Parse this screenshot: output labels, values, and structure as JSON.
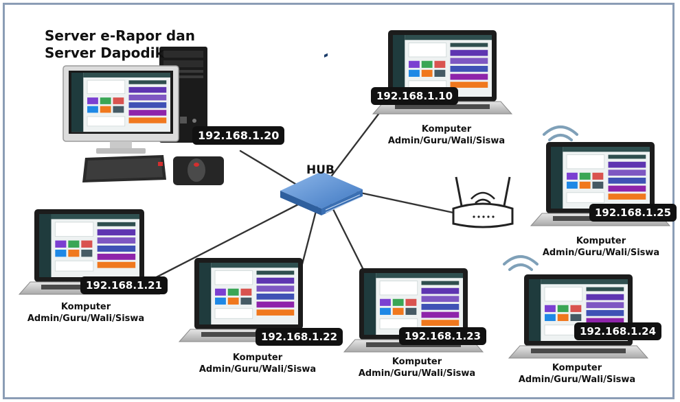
{
  "diagram": {
    "server": {
      "title_line1": "Server e-Rapor dan",
      "title_line2": "Server Dapodik",
      "ip": "192.168.1.20"
    },
    "hub_label": "HUB",
    "clients": [
      {
        "ip": "192.168.1.10",
        "caption_line1": "Komputer",
        "caption_line2": "Admin/Guru/Wali/Siswa",
        "wireless": false
      },
      {
        "ip": "192.168.1.25",
        "caption_line1": "Komputer",
        "caption_line2": "Admin/Guru/Wali/Siswa",
        "wireless": true
      },
      {
        "ip": "192.168.1.21",
        "caption_line1": "Komputer",
        "caption_line2": "Admin/Guru/Wali/Siswa",
        "wireless": false
      },
      {
        "ip": "192.168.1.22",
        "caption_line1": "Komputer",
        "caption_line2": "Admin/Guru/Wali/Siswa",
        "wireless": false
      },
      {
        "ip": "192.168.1.23",
        "caption_line1": "Komputer",
        "caption_line2": "Admin/Guru/Wali/Siswa",
        "wireless": false
      },
      {
        "ip": "192.168.1.24",
        "caption_line1": "Komputer",
        "caption_line2": "Admin/Guru/Wali/Siswa",
        "wireless": true
      }
    ],
    "colors": {
      "frame": "#8b9db5",
      "cable": "#333333",
      "hub_top": "#5b8fd0",
      "hub_side": "#2e5f9e",
      "wifi": "#7fa0b8",
      "screen_bg": "#1f3b3d",
      "tile_purple": "#7b3fd1",
      "tile_green": "#3aa655",
      "tile_red": "#d9534f",
      "tile_orange": "#f0781e"
    }
  }
}
